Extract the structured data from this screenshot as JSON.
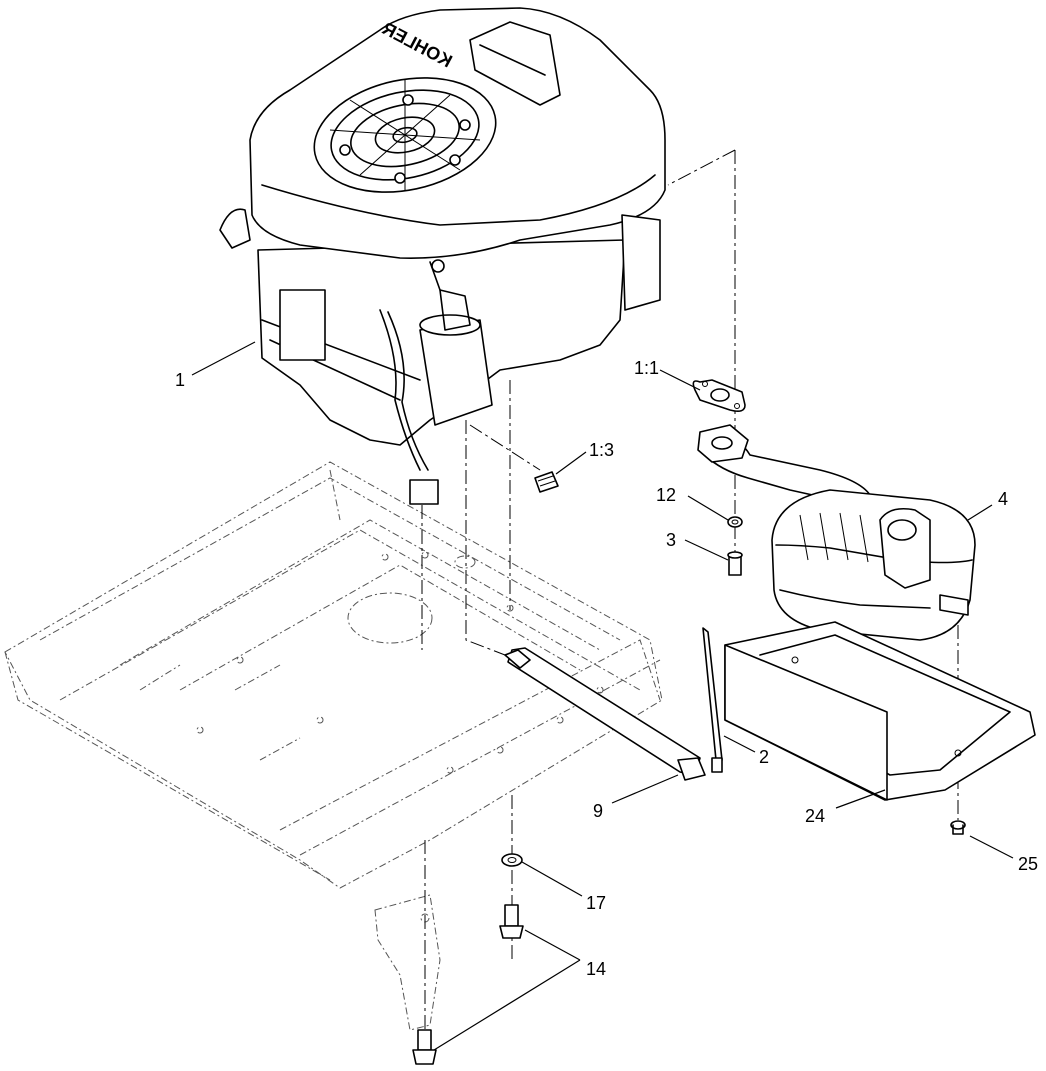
{
  "diagram": {
    "brand_text": "KOHLER",
    "callouts": [
      {
        "id": "1",
        "label": "1"
      },
      {
        "id": "1-1",
        "label": "1:1"
      },
      {
        "id": "1-3",
        "label": "1:3"
      },
      {
        "id": "12",
        "label": "12"
      },
      {
        "id": "3",
        "label": "3"
      },
      {
        "id": "4",
        "label": "4"
      },
      {
        "id": "2",
        "label": "2"
      },
      {
        "id": "9",
        "label": "9"
      },
      {
        "id": "24",
        "label": "24"
      },
      {
        "id": "25",
        "label": "25"
      },
      {
        "id": "17",
        "label": "17"
      },
      {
        "id": "14",
        "label": "14"
      }
    ]
  }
}
